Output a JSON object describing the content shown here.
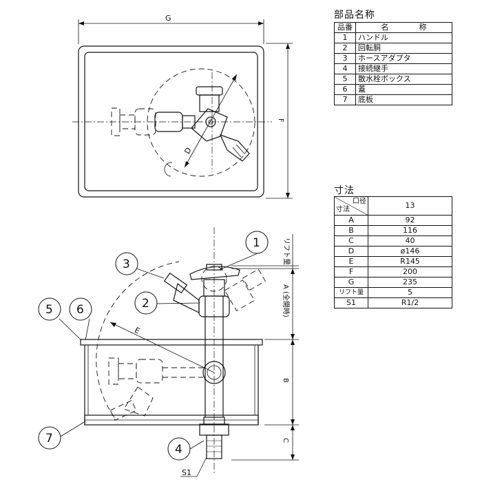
{
  "labels": {
    "dim_G": "G",
    "dim_F": "F",
    "dim_D": "D",
    "dim_A": "A (全開時)",
    "dim_B": "B",
    "dim_C": "C",
    "dim_E": "E",
    "lift": "リフト量",
    "s1": "S1"
  },
  "bubbles": [
    "1",
    "2",
    "3",
    "4",
    "5",
    "6",
    "7"
  ],
  "parts_table": {
    "title": "部品名称",
    "header_no": "品番",
    "header_name": "名　　　　称",
    "rows": [
      {
        "no": "1",
        "name": "ハンドル"
      },
      {
        "no": "2",
        "name": "回転胴"
      },
      {
        "no": "3",
        "name": "ホースアダプタ"
      },
      {
        "no": "4",
        "name": "接続継手"
      },
      {
        "no": "5",
        "name": "散水栓ボックス"
      },
      {
        "no": "6",
        "name": "蓋"
      },
      {
        "no": "7",
        "name": "底板"
      }
    ]
  },
  "dims_table": {
    "title": "寸法",
    "header_diag_top": "口径",
    "header_diag_bottom": "寸法",
    "header_value": "13",
    "rows": [
      {
        "key": "A",
        "value": "92"
      },
      {
        "key": "B",
        "value": "116"
      },
      {
        "key": "C",
        "value": "40"
      },
      {
        "key": "D",
        "value": "ø146"
      },
      {
        "key": "E",
        "value": "R145"
      },
      {
        "key": "F",
        "value": "200"
      },
      {
        "key": "G",
        "value": "235"
      },
      {
        "key": "リフト量",
        "value": "5"
      },
      {
        "key": "S1",
        "value": "R1/2"
      }
    ]
  }
}
